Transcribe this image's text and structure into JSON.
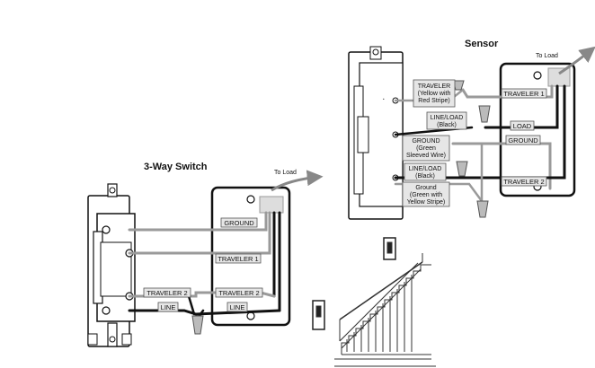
{
  "left": {
    "title": "3-Way Switch",
    "to_load": "To Load",
    "labels": {
      "ground": "GROUND",
      "traveler1": "TRAVELER 1",
      "traveler2_switch": "TRAVELER 2",
      "line_switch": "LINE",
      "traveler2_box": "TRAVELER 2",
      "line_box": "LINE"
    }
  },
  "right": {
    "title": "Sensor",
    "to_load": "To Load",
    "labels": {
      "traveler_l1": "TRAVELER",
      "traveler_l2": "(Yellow with",
      "traveler_l3": "Red Stripe)",
      "lineload1_l1": "LINE/LOAD",
      "lineload1_l2": "(Black)",
      "ground_l1": "GROUND",
      "ground_l2": "(Green",
      "ground_l3": "Sleeved Wire)",
      "lineload2_l1": "LINE/LOAD",
      "lineload2_l2": "(Black)",
      "ground2_l1": "Ground",
      "ground2_l2": "(Green with",
      "ground2_l3": "Yellow Stripe)",
      "box_traveler1": "TRAVELER 1",
      "box_load": "LOAD",
      "box_ground": "GROUND",
      "box_traveler2": "TRAVELER 2"
    }
  },
  "colors": {
    "black_wire": "#111111",
    "grey_wire": "#9a9a9a",
    "arrow": "#888888",
    "label_fill": "#e6e6e6"
  }
}
